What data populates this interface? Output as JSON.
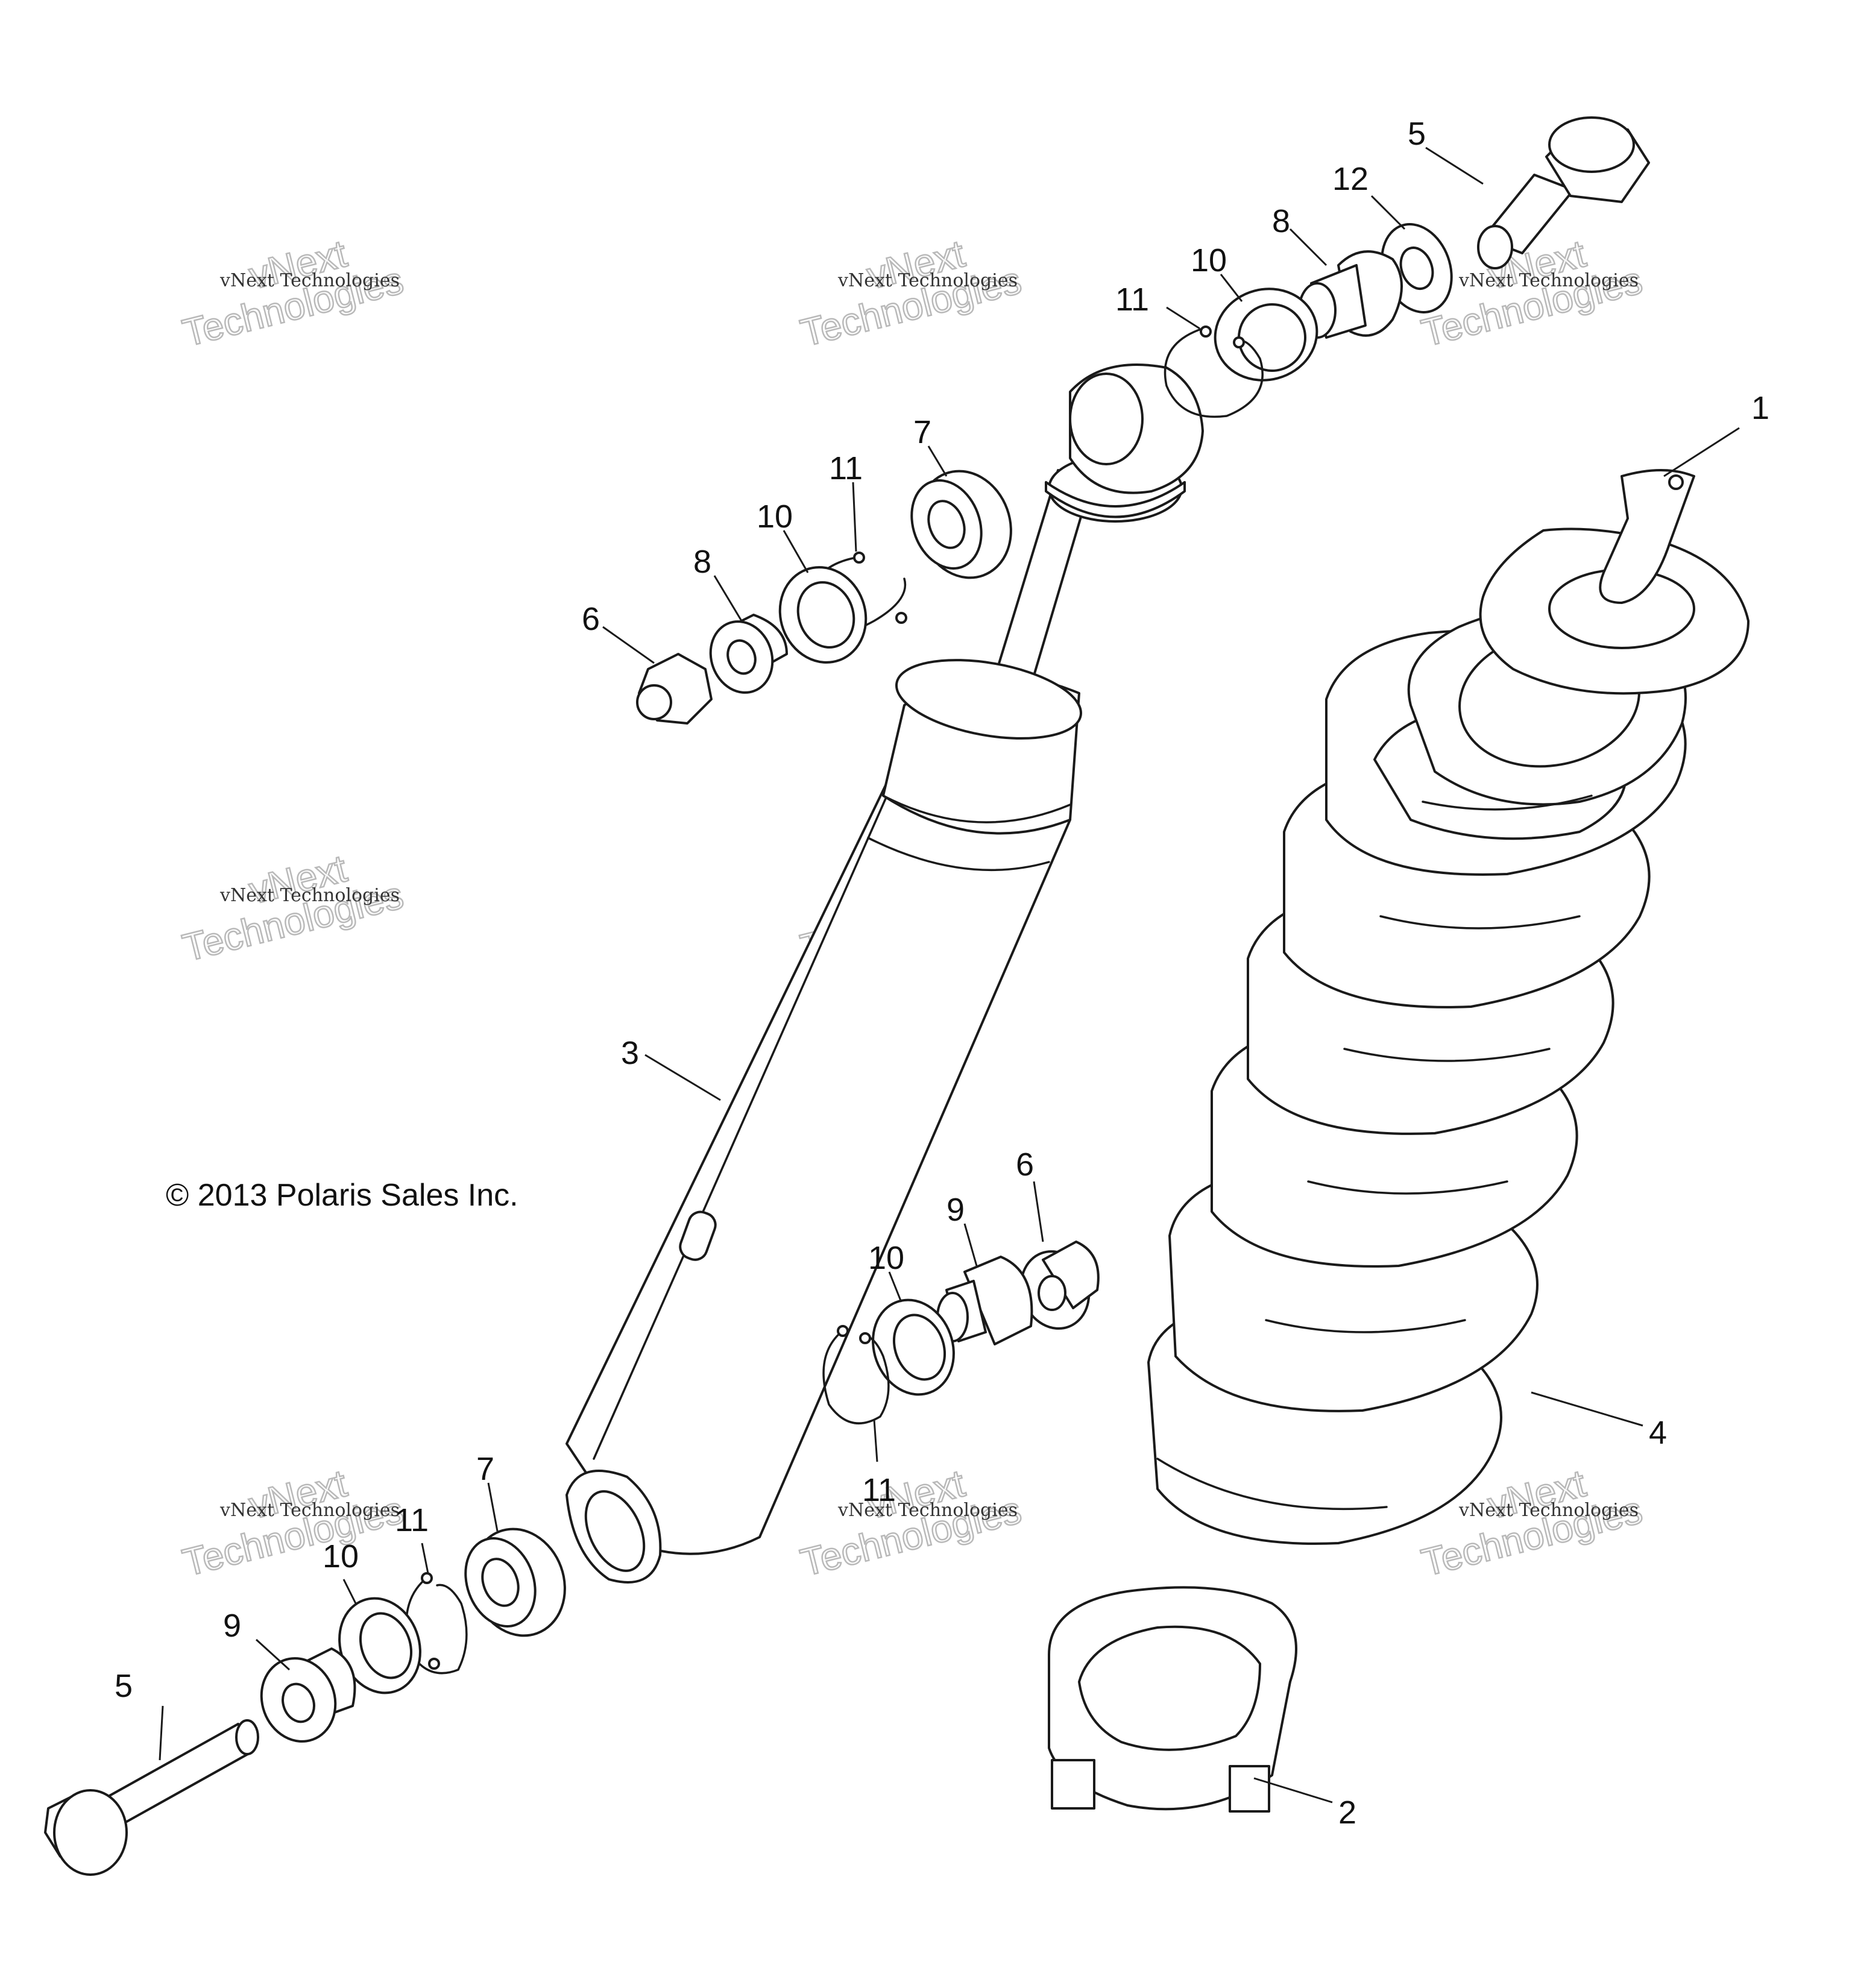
{
  "copyright": "© 2013 Polaris Sales Inc.",
  "watermark": {
    "line1": "vNext Technologies",
    "line2": "vNext",
    "line3": "Technologies"
  },
  "callouts": {
    "c1": "1",
    "c2": "2",
    "c3": "3",
    "c4": "4",
    "c5_top": "5",
    "c5_bottom": "5",
    "c6_top": "6",
    "c6_mid": "6",
    "c7_top": "7",
    "c7_bottom": "7",
    "c8_top": "8",
    "c8_left": "8",
    "c9_mid": "9",
    "c9_bottom": "9",
    "c10_top": "10",
    "c10_left": "10",
    "c10_mid": "10",
    "c10_bottom": "10",
    "c11_top": "11",
    "c11_left": "11",
    "c11_mid": "11",
    "c11_bottom": "11",
    "c12": "12"
  },
  "colors": {
    "line": "#1a1a1a",
    "background": "#ffffff",
    "watermark": "#b9b9b9"
  }
}
